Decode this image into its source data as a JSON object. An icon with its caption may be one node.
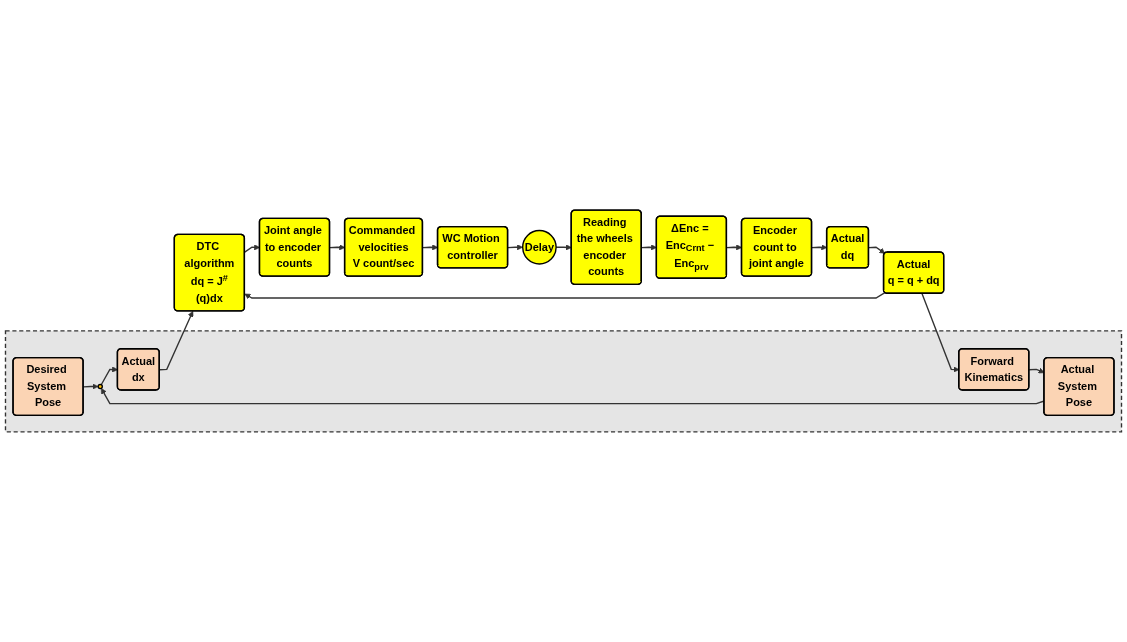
{
  "diagram": {
    "nodes": [
      {
        "text": [],
        "shape": "box"
      },
      {
        "text": [
          "Desired System Pose"
        ],
        "in": 0
      },
      {
        "text": [],
        "shape": "circle",
        "in": 0
      },
      {
        "text": [
          "Actual System Pose"
        ],
        "in": 0
      },
      {
        "text": [
          "Actual",
          "dx"
        ],
        "in": 0
      },
      {
        "text": [
          "Forward Kinematics"
        ],
        "in": 0
      },
      {
        "text": [
          "DTC algorithm",
          "dq = J$^{#}$(q)dx"
        ]
      },
      {
        "text": [
          "Actual",
          "q = q + dq"
        ]
      },
      {
        "text": [
          "Actual",
          "dq"
        ]
      },
      {
        "text": [
          "Encoder count to joint angle"
        ]
      },
      {
        "text": [
          "ΔEnc = Enc$_{Crnt}$ − Enc$_{prv}$"
        ]
      },
      {
        "text": [
          "Joint angle to encoder counts"
        ]
      },
      {
        "text": [
          "Commanded velocities",
          "V count/sec"
        ]
      },
      {
        "text": [
          "WC Motion controller"
        ]
      },
      {
        "text": [
          "Delay"
        ]
      },
      {
        "text": [
          "Reading the wheels encoder counts"
        ]
      }
    ],
    "edges": [
      {
        "from": 1,
        "to": 2,
        "arrow": "to"
      },
      {
        "from": 3,
        "to": 2,
        "arrow": "to"
      },
      {
        "from": 2,
        "to": 4,
        "arrow": "to"
      },
      {
        "from": 4,
        "to": 6,
        "arrow": "to"
      },
      {
        "from": 5,
        "to": 3,
        "arrow": "to"
      },
      {
        "from": 7,
        "to": 5,
        "arrow": "to"
      },
      {
        "from": 7,
        "to": 6,
        "arrow": "to"
      },
      {
        "from": 8,
        "to": 7,
        "arrow": "to"
      },
      {
        "from": 9,
        "to": 8,
        "arrow": "to"
      },
      {
        "from": 10,
        "to": 9,
        "arrow": "to"
      },
      {
        "from": 6,
        "to": 11,
        "arrow": "to"
      },
      {
        "from": 11,
        "to": 12,
        "arrow": "to"
      },
      {
        "from": 12,
        "to": 13,
        "arrow": "to"
      },
      {
        "from": 13,
        "to": 14,
        "arrow": "to"
      },
      {
        "from": 14,
        "to": 15,
        "arrow": "to"
      },
      {
        "from": 15,
        "to": 10,
        "arrow": "to"
      }
    ]
  }
}
